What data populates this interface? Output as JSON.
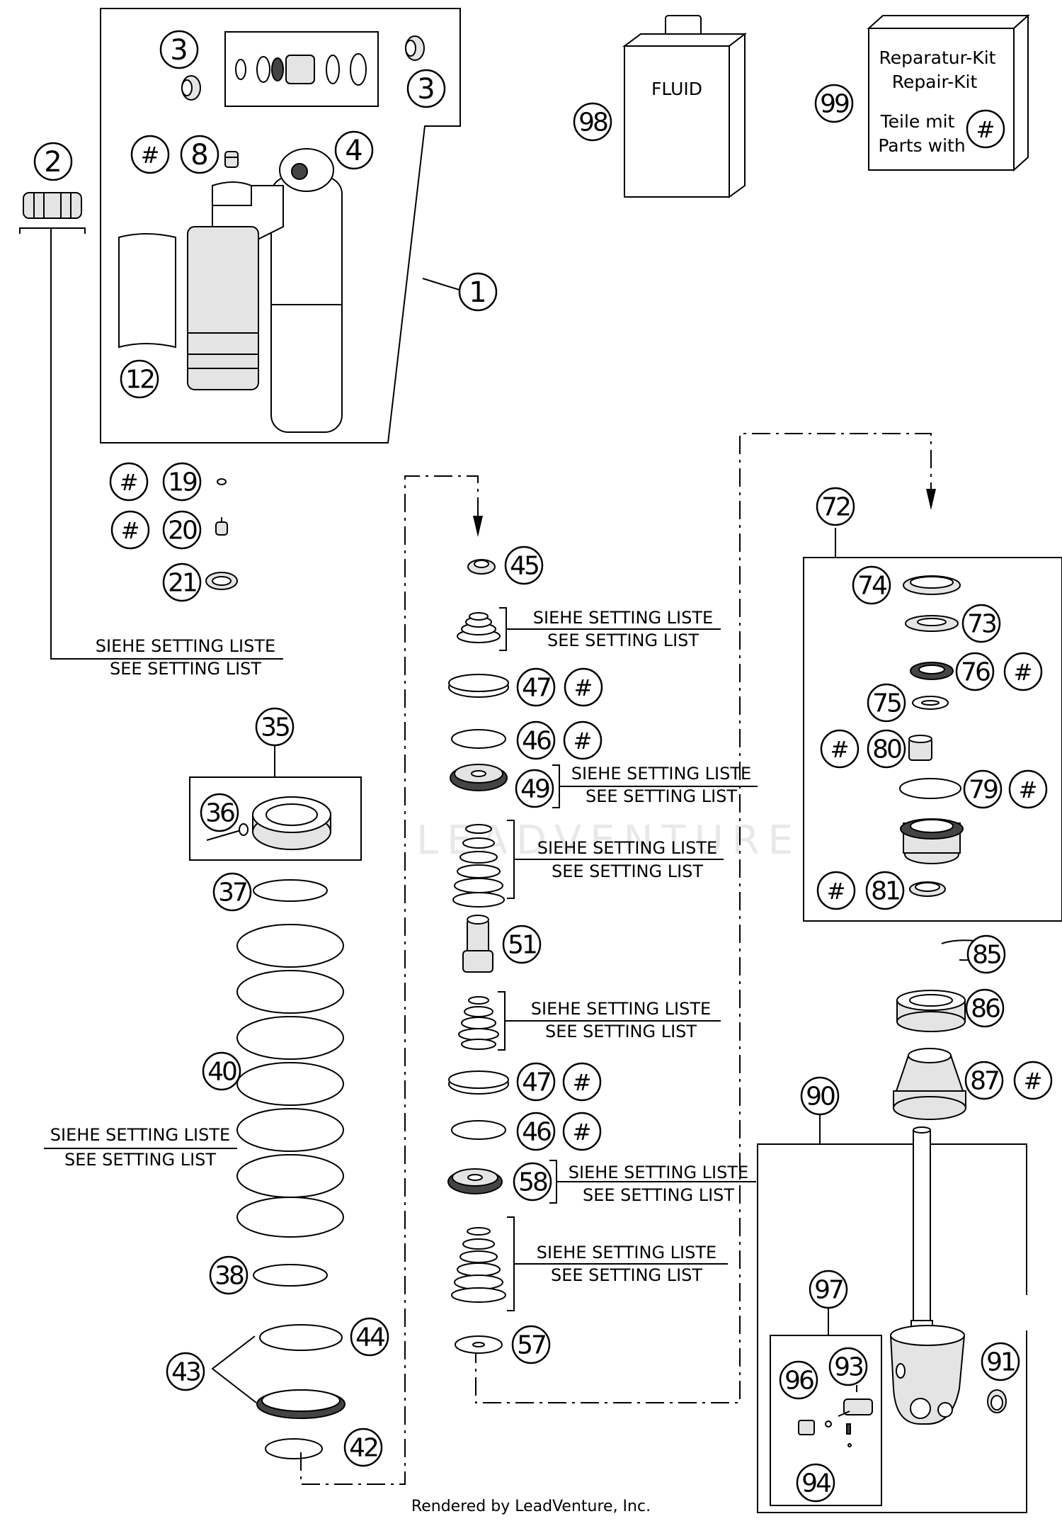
{
  "labels": {
    "n1": "1",
    "n2": "2",
    "n3a": "3",
    "n3b": "3",
    "n4": "4",
    "n8": "8",
    "n12": "12",
    "n19": "19",
    "n20": "20",
    "n21": "21",
    "n35": "35",
    "n36": "36",
    "n37": "37",
    "n38": "38",
    "n40": "40",
    "n42": "42",
    "n43": "43",
    "n44": "44",
    "n45": "45",
    "n46a": "46",
    "n46b": "46",
    "n47a": "47",
    "n47b": "47",
    "n49": "49",
    "n51": "51",
    "n57": "57",
    "n58": "58",
    "n72": "72",
    "n73": "73",
    "n74": "74",
    "n75": "75",
    "n76": "76",
    "n79": "79",
    "n80": "80",
    "n81": "81",
    "n85": "85",
    "n86": "86",
    "n87": "87",
    "n90": "90",
    "n91": "91",
    "n93": "93",
    "n94": "94",
    "n96": "96",
    "n97": "97",
    "n98": "98",
    "n99": "99"
  },
  "hash": "#",
  "setting_de": "SIEHE SETTING LISTE",
  "setting_en": "SEE SETTING LIST",
  "fluid": "FLUID",
  "kit": {
    "line1": "Reparatur-Kit",
    "line2": "Repair-Kit",
    "line3": "Teile mit",
    "line4": "Parts with"
  },
  "watermark": "LEADVENTURE",
  "footer": "Rendered by LeadVenture, Inc."
}
